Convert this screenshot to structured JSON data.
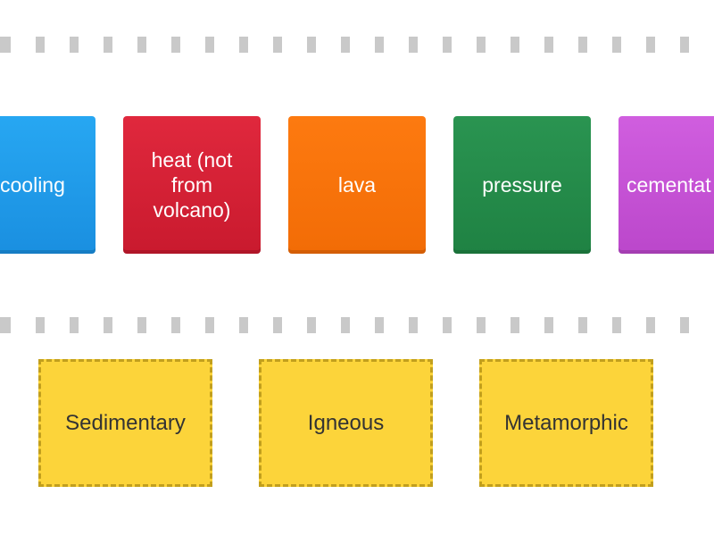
{
  "tiles": [
    {
      "label": "cooling",
      "color": "#1e96e8"
    },
    {
      "label": "heat (not from volcano)",
      "color": "#d42135"
    },
    {
      "label": "lava",
      "color": "#f87309"
    },
    {
      "label": "pressure",
      "color": "#258b4a"
    },
    {
      "label": "cementat",
      "color": "#c651d5"
    }
  ],
  "zones": [
    {
      "label": "Sedimentary"
    },
    {
      "label": "Igneous"
    },
    {
      "label": "Metamorphic"
    }
  ],
  "colors": {
    "zone_fill": "#fcd43a",
    "zone_border": "#c29f1d",
    "divider": "#c9c9c9"
  }
}
